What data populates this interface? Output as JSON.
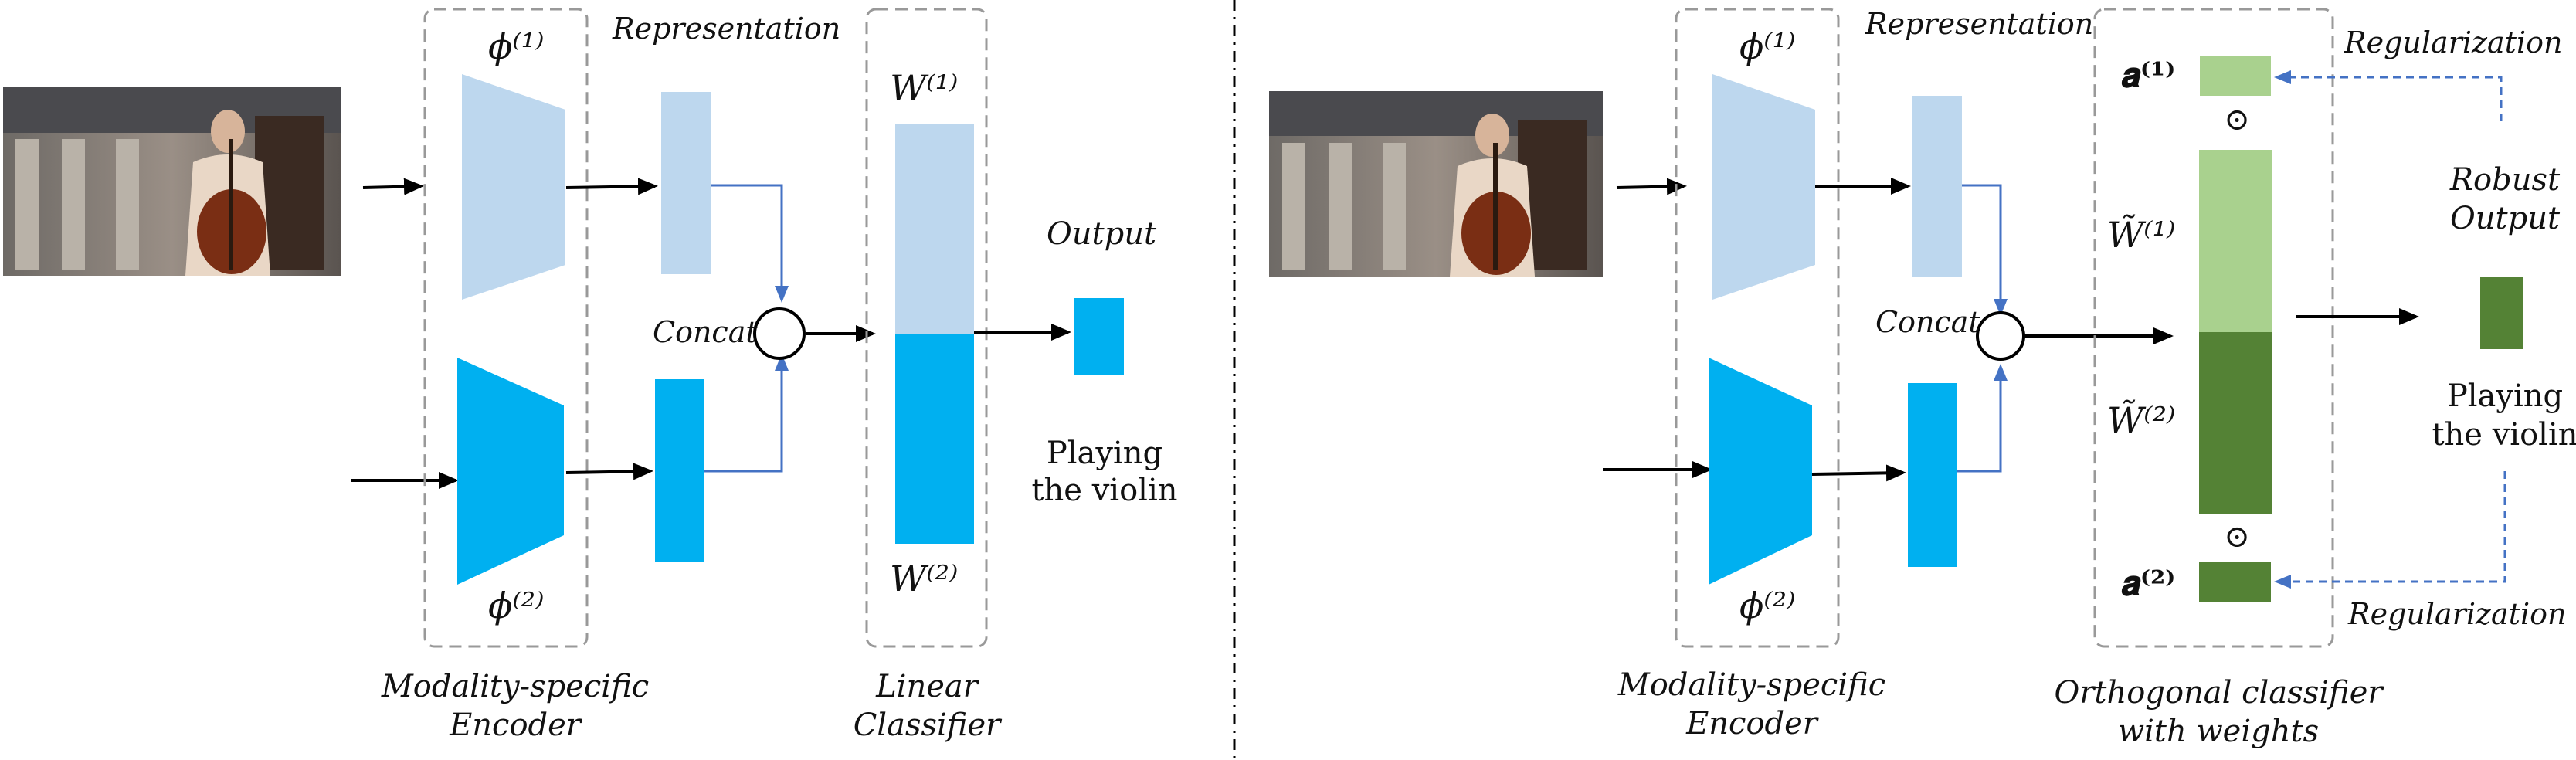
{
  "left": {
    "phi1": "ϕ⁽¹⁾",
    "phi2": "ϕ⁽²⁾",
    "representation": "Representation",
    "concat": "Concat",
    "w1": "W⁽¹⁾",
    "w2": "W⁽²⁾",
    "output": "Output",
    "result_line1": "Playing",
    "result_line2": "the violin",
    "encoder_caption_line1": "Modality-specific",
    "encoder_caption_line2": "Encoder",
    "classifier_caption_line1": "Linear",
    "classifier_caption_line2": "Classifier"
  },
  "right": {
    "phi1": "ϕ⁽¹⁾",
    "phi2": "ϕ⁽²⁾",
    "representation": "Representation",
    "concat": "Concat",
    "a1": "𝒂⁽¹⁾",
    "a2": "𝒂⁽²⁾",
    "w1": "W̃⁽¹⁾",
    "w2": "W̃⁽²⁾",
    "odot_top": "⊙",
    "odot_bottom": "⊙",
    "regularization_top": "Regularization",
    "regularization_bottom": "Regularization",
    "robust_line1": "Robust",
    "robust_line2": "Output",
    "result_line1": "Playing",
    "result_line2": "the violin",
    "encoder_caption_line1": "Modality-specific",
    "encoder_caption_line2": "Encoder",
    "classifier_caption_line1": "Orthogonal classifier",
    "classifier_caption_line2": "with weights"
  },
  "colors": {
    "visual_light": "#bdd7ee",
    "audio_blue": "#00b0f0",
    "green_light": "#a9d18e",
    "green_dark": "#548235",
    "arrow_blue": "#4472c4"
  }
}
